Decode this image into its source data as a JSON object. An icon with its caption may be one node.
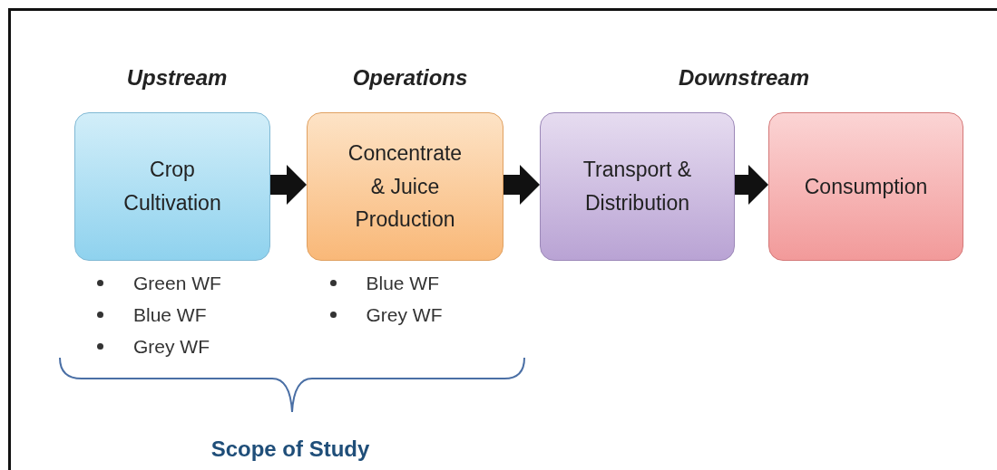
{
  "diagram": {
    "nodes": [
      {
        "text": [
          "Crop Cultivation"
        ],
        "beside": [
          "Green WF",
          "Blue WF",
          "Grey WF"
        ]
      },
      {
        "text": [
          "Concentrate & Juice Production"
        ],
        "beside": [
          "Blue WF",
          "Grey WF"
        ]
      },
      {
        "text": [
          "Transport & Distribution"
        ]
      },
      {
        "text": [
          "Consumption"
        ]
      }
    ],
    "edges": [
      {
        "from": 0,
        "to": 1,
        "arrow": "to"
      },
      {
        "from": 1,
        "to": 2,
        "arrow": "to"
      },
      {
        "from": 2,
        "to": 3,
        "arrow": "to"
      }
    ],
    "labels": [
      "Upstream",
      "Operations",
      "Downstream",
      "Scope of Study"
    ]
  }
}
